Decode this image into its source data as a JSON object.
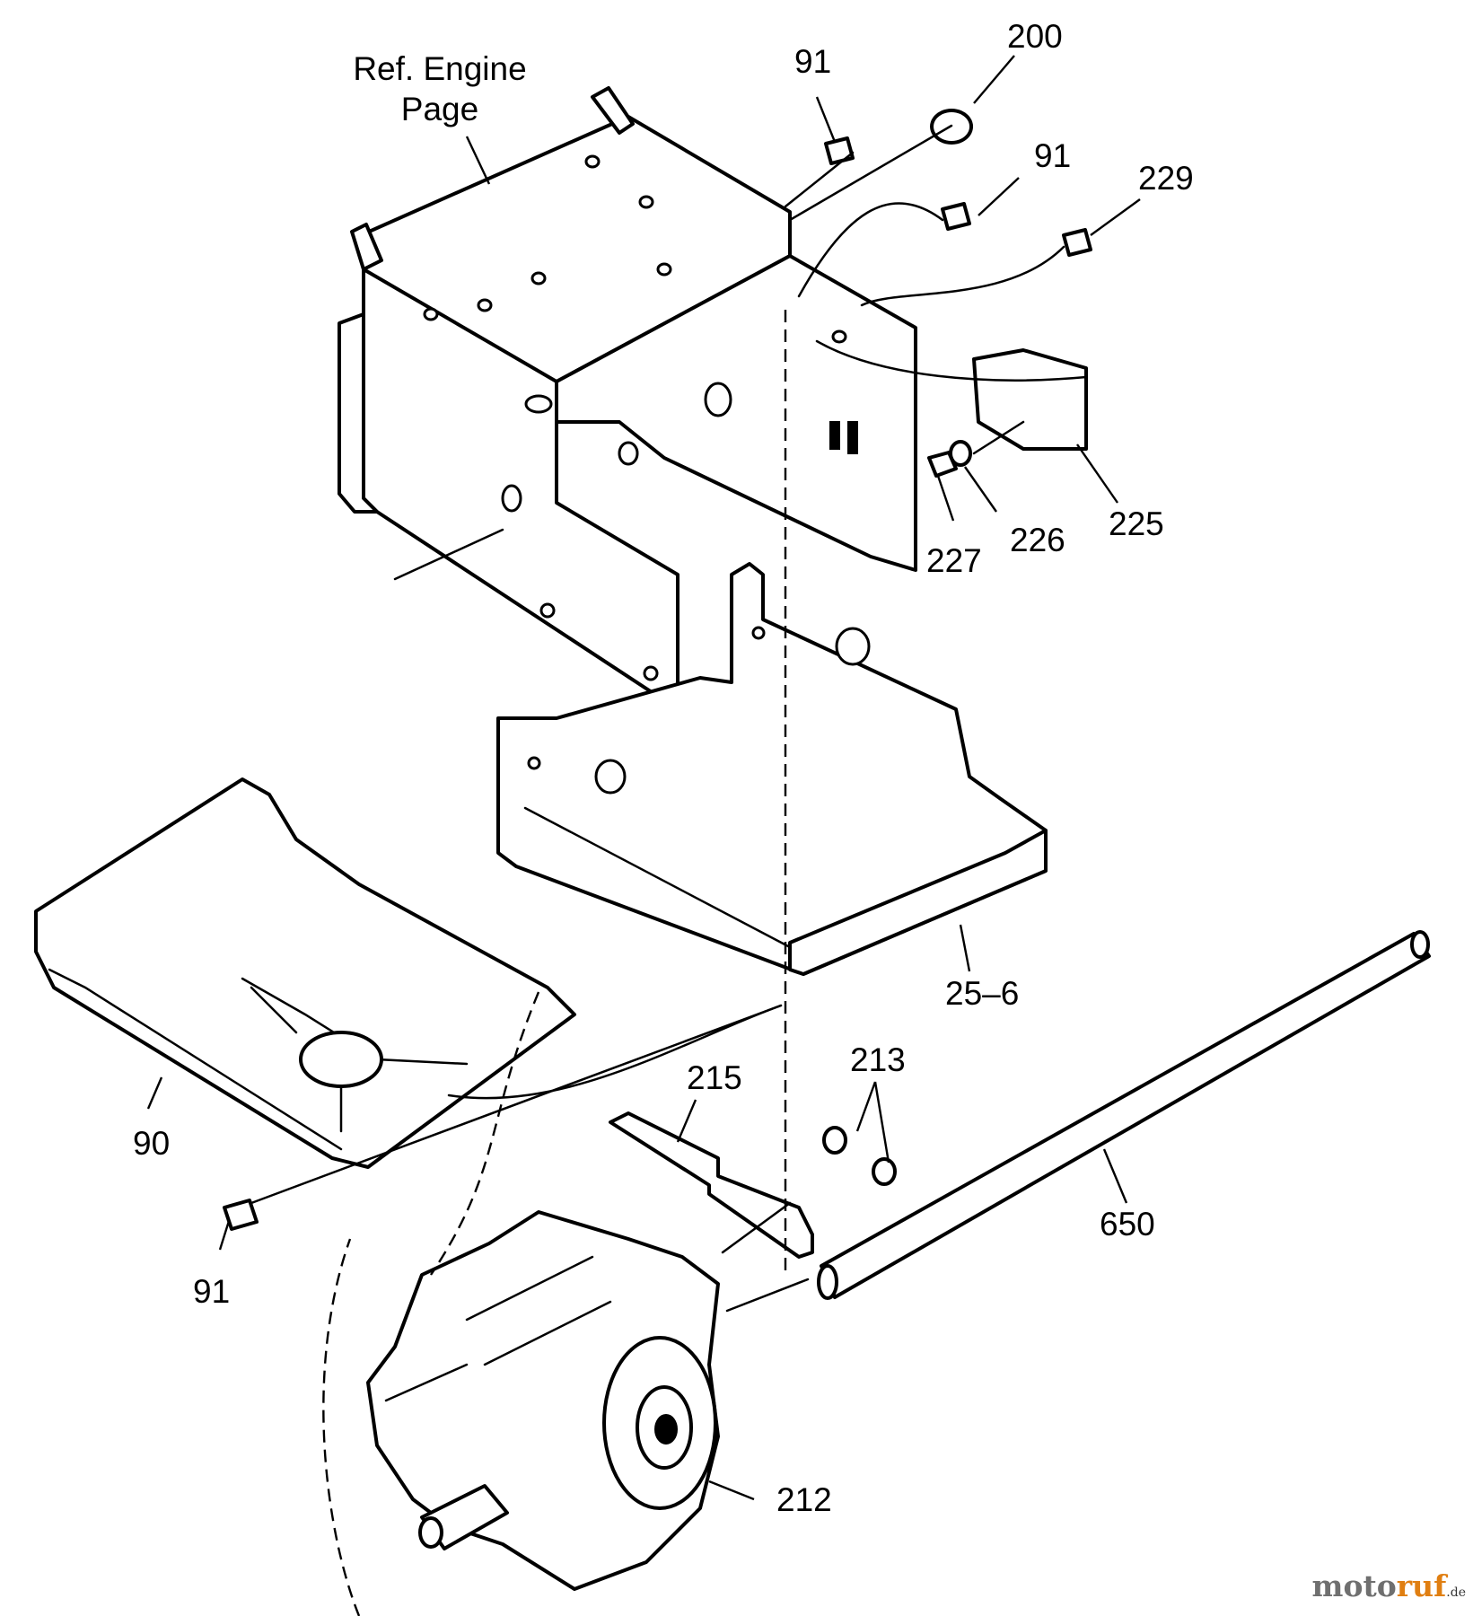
{
  "diagram": {
    "callouts": {
      "ref_engine_line1": "Ref. Engine",
      "ref_engine_line2": "Page",
      "p91_top": "91",
      "p200": "200",
      "p91_mid": "91",
      "p229": "229",
      "p225": "225",
      "p226": "226",
      "p227": "227",
      "p25_6": "25–6",
      "p213": "213",
      "p215": "215",
      "p90": "90",
      "p91_bottom": "91",
      "p650": "650",
      "p212": "212"
    },
    "watermark": {
      "part1": "moto",
      "part2": "ruf",
      "suffix": ".de"
    }
  }
}
